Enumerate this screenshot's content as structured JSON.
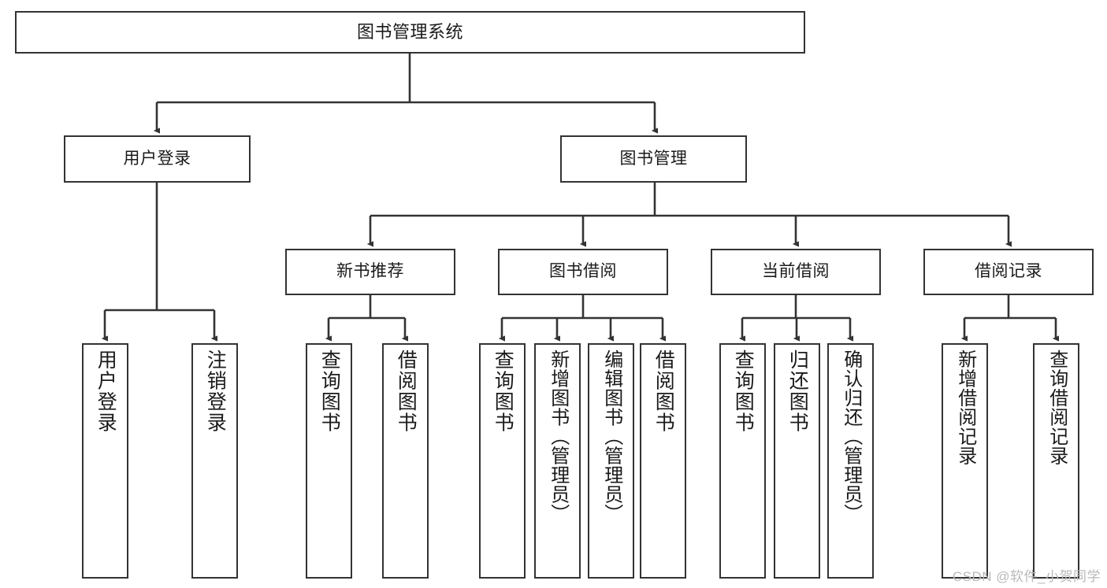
{
  "diagram": {
    "type": "tree-hierarchy-chart",
    "title": "图书管理系统",
    "watermark": "CSDN @软件_小贺同学",
    "colors": {
      "box_border": "#333333",
      "box_fill": "#ffffff",
      "edge": "#333333",
      "text": "#1a1a1a",
      "watermark": "#b9b9b9",
      "background": "#ffffff"
    },
    "nodes": {
      "root": {
        "label": "图书管理系统"
      },
      "level2": [
        {
          "id": "user-login",
          "label": "用户登录"
        },
        {
          "id": "book-management",
          "label": "图书管理"
        }
      ],
      "level3": [
        {
          "id": "new-book-recommend",
          "label": "新书推荐"
        },
        {
          "id": "book-borrow",
          "label": "图书借阅"
        },
        {
          "id": "current-borrow",
          "label": "当前借阅"
        },
        {
          "id": "borrow-record",
          "label": "借阅记录"
        }
      ],
      "leaves": {
        "user-login": [
          {
            "id": "leaf-user-login",
            "label": "用户登录"
          },
          {
            "id": "leaf-logout-login",
            "label": "注销登录"
          }
        ],
        "new-book-recommend": [
          {
            "id": "leaf-query-book-1",
            "label": "查询图书"
          },
          {
            "id": "leaf-borrow-book-1",
            "label": "借阅图书"
          }
        ],
        "book-borrow": [
          {
            "id": "leaf-query-book-2",
            "label": "查询图书"
          },
          {
            "id": "leaf-add-book",
            "label": "新增图书（管理员）"
          },
          {
            "id": "leaf-edit-book",
            "label": "编辑图书（管理员）"
          },
          {
            "id": "leaf-borrow-book-2",
            "label": "借阅图书"
          }
        ],
        "current-borrow": [
          {
            "id": "leaf-query-book-3",
            "label": "查询图书"
          },
          {
            "id": "leaf-return-book",
            "label": "归还图书"
          },
          {
            "id": "leaf-confirm-return",
            "label": "确认归还（管理员）"
          }
        ],
        "borrow-record": [
          {
            "id": "leaf-add-record",
            "label": "新增借阅记录"
          },
          {
            "id": "leaf-query-record",
            "label": "查询借阅记录"
          }
        ]
      }
    }
  }
}
